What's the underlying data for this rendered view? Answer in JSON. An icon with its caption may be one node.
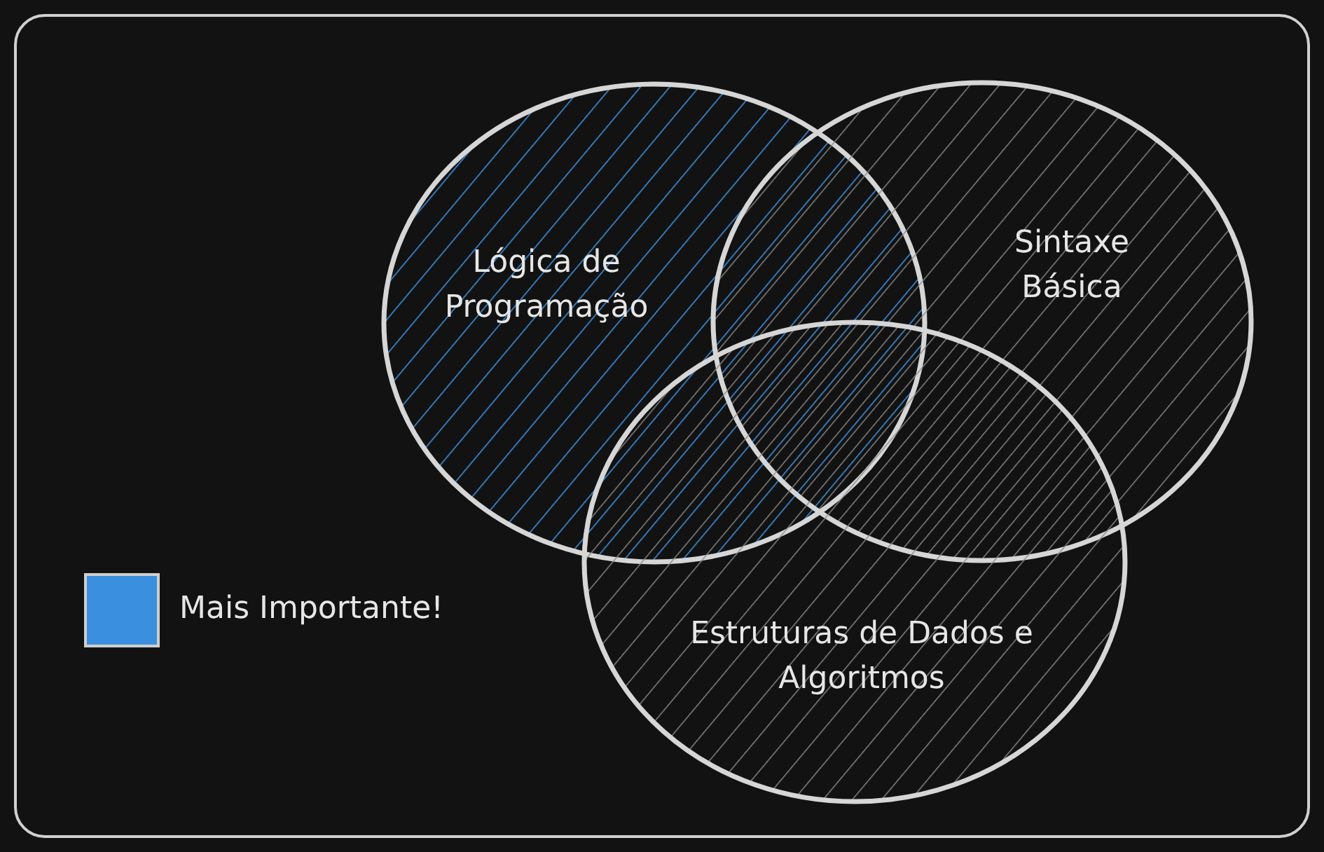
{
  "diagram": {
    "nodes": [
      {
        "text": [
          "Lógica de Programação"
        ]
      },
      {
        "text": [
          "Sintaxe Básica"
        ]
      },
      {
        "text": [
          "Estruturas de Dados e Algoritmos"
        ]
      }
    ],
    "legend": [
      {
        "text": "Mais Importante!",
        "color": "#3a8fde"
      }
    ]
  }
}
